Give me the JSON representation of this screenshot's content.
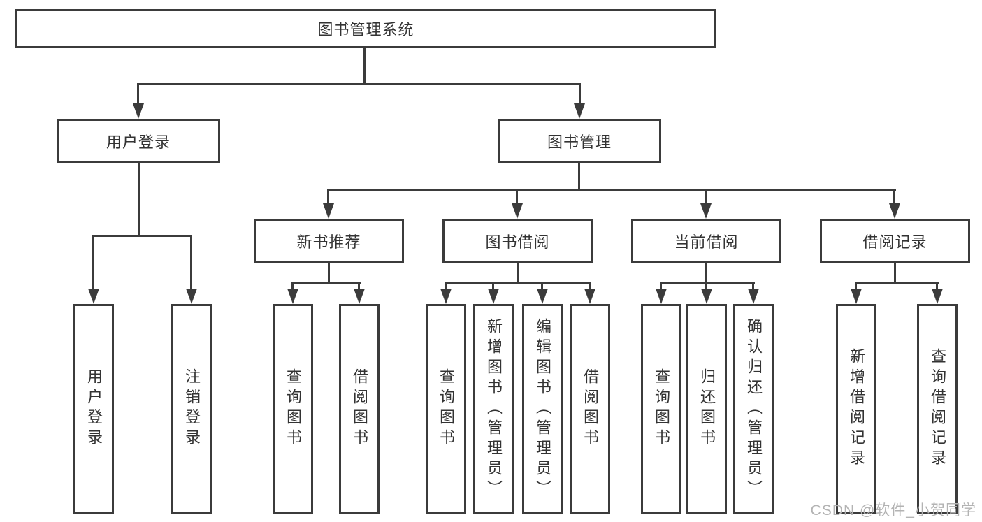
{
  "diagram": {
    "root": {
      "label": "图书管理系统"
    },
    "branches": [
      {
        "label": "用户登录",
        "children": [
          {
            "label": "用户登录"
          },
          {
            "label": "注销登录"
          }
        ]
      },
      {
        "label": "图书管理",
        "children": [
          {
            "label": "新书推荐",
            "children": [
              {
                "label": "查询图书"
              },
              {
                "label": "借阅图书"
              }
            ]
          },
          {
            "label": "图书借阅",
            "children": [
              {
                "label": "查询图书"
              },
              {
                "label": "新增图书（管理员）"
              },
              {
                "label": "编辑图书（管理员）"
              },
              {
                "label": "借阅图书"
              }
            ]
          },
          {
            "label": "当前借阅",
            "children": [
              {
                "label": "查询图书"
              },
              {
                "label": "归还图书"
              },
              {
                "label": "确认归还（管理员）"
              }
            ]
          },
          {
            "label": "借阅记录",
            "children": [
              {
                "label": "新增借阅记录"
              },
              {
                "label": "查询借阅记录"
              }
            ]
          }
        ]
      }
    ]
  },
  "watermark": {
    "text": "CSDN @软件_小贺同学"
  },
  "colors": {
    "line": "#3b3b3b",
    "text": "#333333",
    "bg": "#ffffff",
    "watermark": "#b3b3b3"
  }
}
